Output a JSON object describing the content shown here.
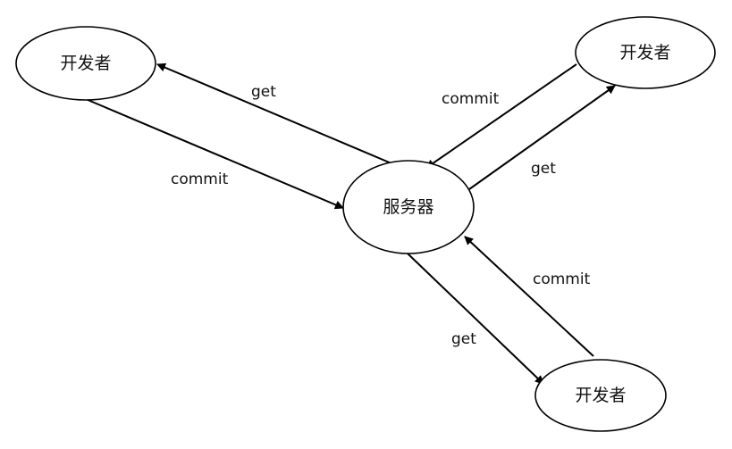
{
  "diagram": {
    "server": {
      "label": "服务器"
    },
    "dev_top_left": {
      "label": "开发者"
    },
    "dev_top_right": {
      "label": "开发者"
    },
    "dev_bottom_right": {
      "label": "开发者"
    },
    "edges": {
      "top_left_get": "get",
      "top_left_commit": "commit",
      "top_right_commit": "commit",
      "top_right_get": "get",
      "bottom_right_get": "get",
      "bottom_right_commit": "commit"
    },
    "colors": {
      "stroke": "#000000",
      "background": "#ffffff"
    }
  }
}
